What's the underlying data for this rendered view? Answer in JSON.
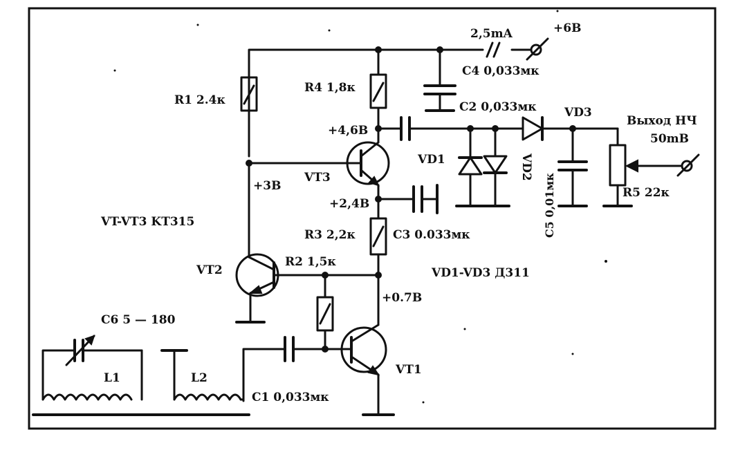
{
  "labels": {
    "current": "2,5mA",
    "supply": "+6B",
    "r1": "R1 2.4к",
    "r4": "R4 1,8к",
    "c4": "C4 0,033мк",
    "c2": "C2  0,033мк",
    "vd3": "VD3",
    "output_line1": "Выход НЧ",
    "output_line2": "50mB",
    "v46": "+4,6B",
    "vd1": "VD1",
    "vd2": "VD2",
    "vt3": "VT3",
    "v3": "+3B",
    "c5": "C5 0,01мк",
    "r5": "R5 22к",
    "v24": "+2,4B",
    "vt_types": "VT-VT3  KT315",
    "r3": "R3 2,2к",
    "c3": "C3 0.033мк",
    "vt2": "VT2",
    "r2": "R2 1,5к",
    "diodes": "VD1-VD3  Д311",
    "v07": "+0.7B",
    "c6": "C6 5 — 180",
    "l1": "L1",
    "l2": "L2",
    "c1": "C1 0,033мк",
    "vt1": "VT1"
  }
}
